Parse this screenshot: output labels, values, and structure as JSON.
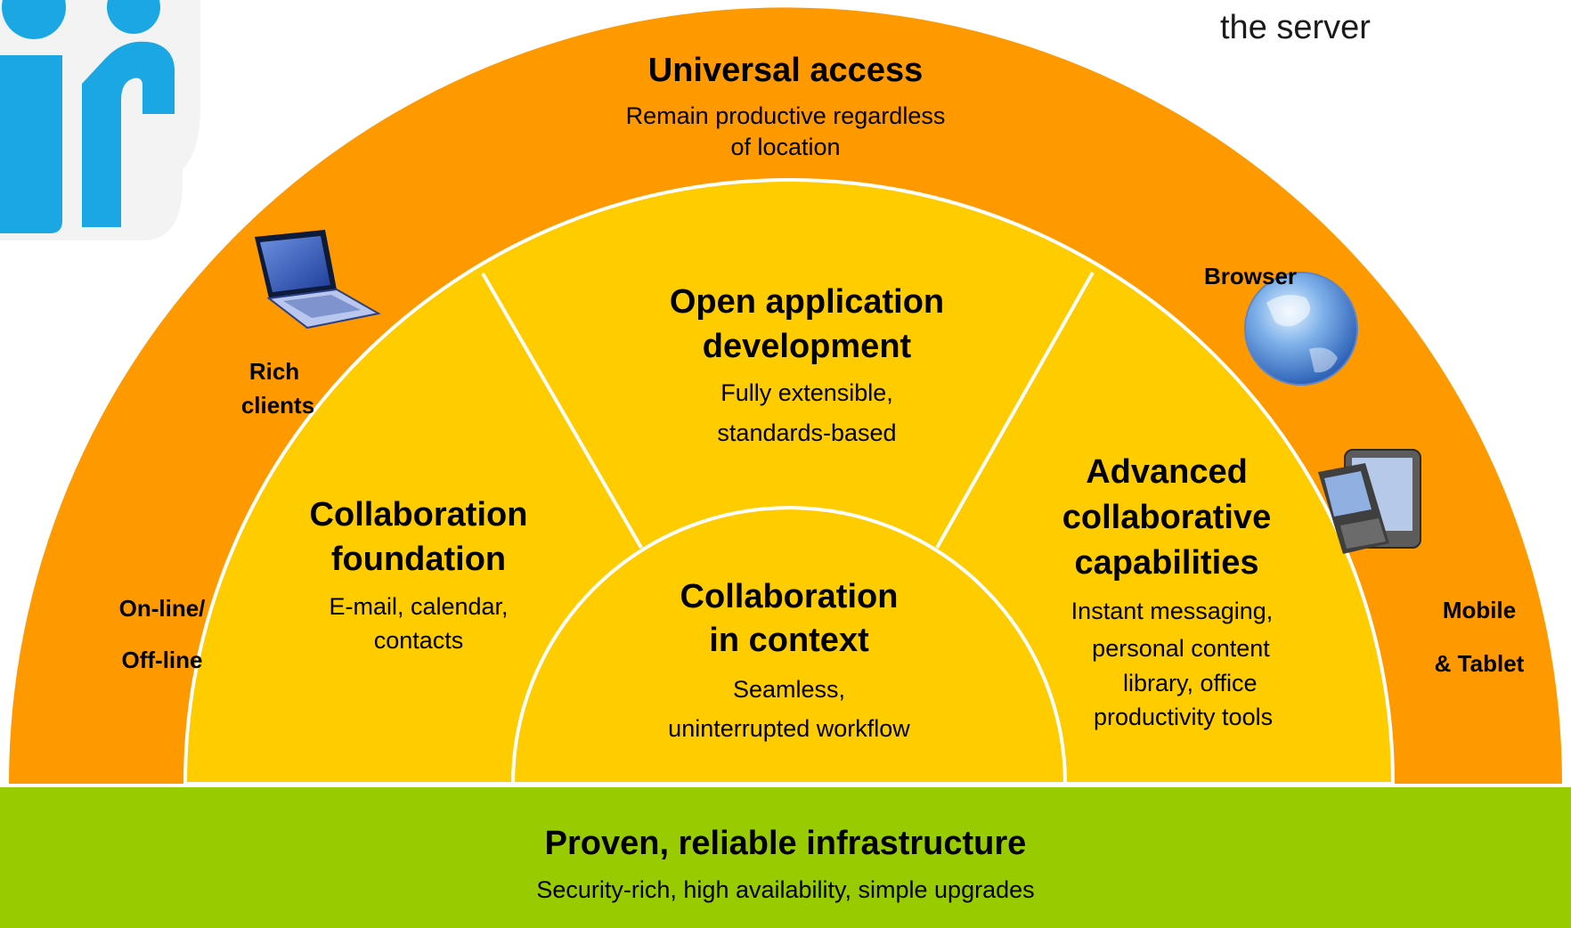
{
  "top_right_text": "the server",
  "universal_access": {
    "title": "Universal access",
    "desc_line1": "Remain productive regardless",
    "desc_line2": "of location"
  },
  "open_app_dev": {
    "title_line1": "Open application",
    "title_line2": "development",
    "desc_line1": "Fully extensible,",
    "desc_line2": "standards-based"
  },
  "collab_foundation": {
    "title_line1": "Collaboration",
    "title_line2": "foundation",
    "desc_line1": "E-mail, calendar,",
    "desc_line2": "contacts"
  },
  "collab_context": {
    "title_line1": "Collaboration",
    "title_line2": "in context",
    "desc_line1": "Seamless,",
    "desc_line2": "uninterrupted workflow"
  },
  "advanced_collab": {
    "title_line1": "Advanced",
    "title_line2": "collaborative",
    "title_line3": "capabilities",
    "desc_line1": "Instant messaging,",
    "desc_line2": "personal content",
    "desc_line3": "library, office",
    "desc_line4": "productivity tools"
  },
  "rich_clients": {
    "line1": "Rich",
    "line2": "clients"
  },
  "online_offline": {
    "line1": "On-line/",
    "line2": "Off-line"
  },
  "browser_label": "Browser",
  "mobile_tablet": {
    "line1": "Mobile",
    "line2": "& Tablet"
  },
  "infrastructure": {
    "title": "Proven, reliable infrastructure",
    "desc": "Security-rich, high availability, simple upgrades"
  },
  "icons": {
    "logo": "ir-logo",
    "laptop": "laptop-icon",
    "globe": "globe-icon",
    "phone": "mobile-phone-icon"
  },
  "colors": {
    "outer_arc": "#FF9900",
    "inner_arc": "#FFCC00",
    "base_bar": "#99CC00",
    "logo_blue": "#1AA7E3"
  }
}
